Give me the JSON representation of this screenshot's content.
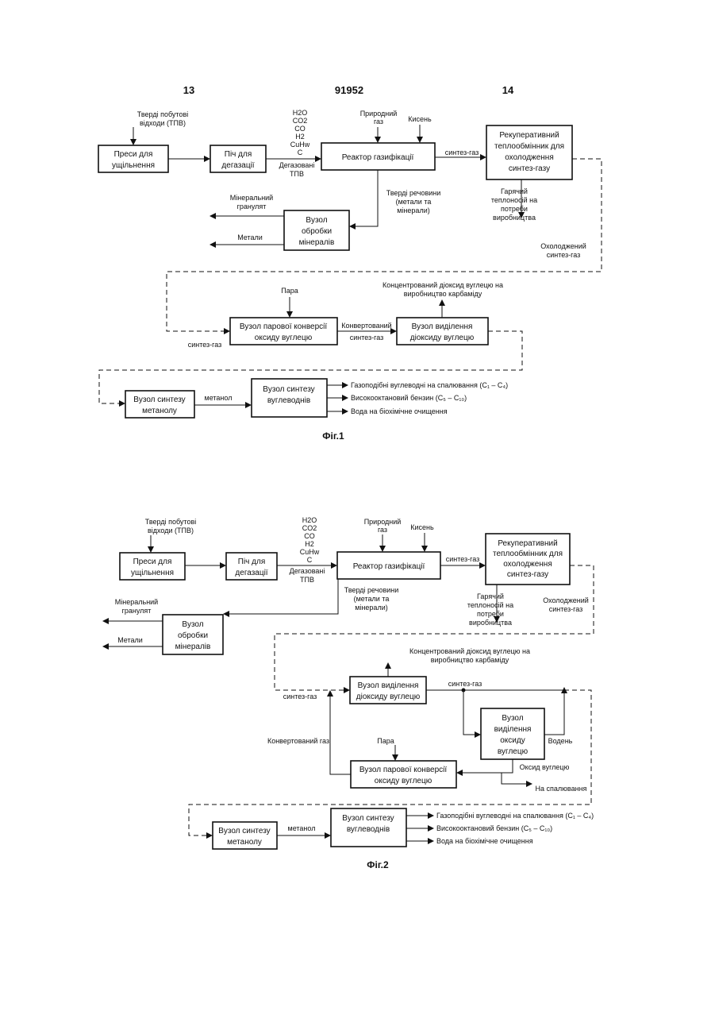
{
  "header": {
    "left": "13",
    "center": "91952",
    "right": "14"
  },
  "fig1": {
    "caption": "Фіг.1",
    "inputs": {
      "msw": [
        "Тверді побутові",
        "відходи (ТПВ)"
      ],
      "gases": [
        "H2O",
        "CO2",
        "CO",
        "H2",
        "CuHw",
        "C"
      ],
      "degassed": [
        "Дегазовані",
        "ТПВ"
      ],
      "natural_gas": [
        "Природний",
        "газ"
      ],
      "oxygen": "Кисень"
    },
    "boxes": {
      "press": [
        "Преси для",
        "ущільнення"
      ],
      "furnace": [
        "Піч для",
        "дегазації"
      ],
      "reactor": [
        "Реактор газифікації"
      ],
      "heat_exchanger": [
        "Рекуперативний",
        "теплообмінник для",
        "охолодження",
        "синтез-газу"
      ],
      "mineral_unit": [
        "Вузол",
        "обробки",
        "мінералів"
      ],
      "steam_conversion": [
        "Вузол парової конверсії",
        "оксиду вуглецю"
      ],
      "co2_separation": [
        "Вузол виділення",
        "діоксиду вуглецю"
      ],
      "methanol_unit": [
        "Вузол синтезу",
        "метанолу"
      ],
      "hydrocarbon_unit": [
        "Вузол синтезу",
        "вуглеводнів"
      ]
    },
    "labels": {
      "syngas": "синтез-газ",
      "solids": [
        "Тверді речовини",
        "(метали та",
        "мінерали)"
      ],
      "mineral_granulate": [
        "Мінеральний",
        "гранулят"
      ],
      "metals": "Метали",
      "hot_carrier": [
        "Гарячий",
        "теплоносій на",
        "потреби",
        "виробництва"
      ],
      "cooled_syngas": [
        "Охолоджений",
        "синтез-газ"
      ],
      "steam": "Пара",
      "co2_out": [
        "Концентрований діоксид вуглецю на",
        "виробництво карбаміду"
      ],
      "converted": [
        "Конвертований",
        "синтез-газ"
      ],
      "syngas_left": "синтез-газ",
      "methanol": "метанол",
      "out_gas": "Газоподібні вуглеводні на спалювання (C₁ – C₄)",
      "out_petrol": "Високооктановий бензин (C₅ – C₁₀)",
      "out_water": "Вода на біохімічне очищення"
    }
  },
  "fig2": {
    "caption": "Фіг.2",
    "inputs": {
      "msw": [
        "Тверді побутові",
        "відходи (ТПВ)"
      ],
      "gases": [
        "H2O",
        "CO2",
        "CO",
        "H2",
        "CuHw",
        "C"
      ],
      "degassed": [
        "Дегазовані",
        "ТПВ"
      ],
      "natural_gas": [
        "Природний",
        "газ"
      ],
      "oxygen": "Кисень"
    },
    "boxes": {
      "press": [
        "Преси для",
        "ущільнення"
      ],
      "furnace": [
        "Піч для",
        "дегазації"
      ],
      "reactor": [
        "Реактор газифікації"
      ],
      "heat_exchanger": [
        "Рекуперативний",
        "теплообмінник для",
        "охолодження",
        "синтез-газу"
      ],
      "mineral_unit": [
        "Вузол",
        "обробки",
        "мінералів"
      ],
      "co2_separation": [
        "Вузол виділення",
        "діоксиду вуглецю"
      ],
      "co_separation": [
        "Вузол",
        "виділення",
        "оксиду",
        "вуглецю"
      ],
      "steam_conversion": [
        "Вузол парової конверсії",
        "оксиду вуглецю"
      ],
      "methanol_unit": [
        "Вузол синтезу",
        "метанолу"
      ],
      "hydrocarbon_unit": [
        "Вузол синтезу",
        "вуглеводнів"
      ]
    },
    "labels": {
      "syngas": "синтез-газ",
      "solids": [
        "Тверді речовини",
        "(метали та",
        "мінерали)"
      ],
      "mineral_granulate": [
        "Мінеральний",
        "гранулят"
      ],
      "metals": "Метали",
      "hot_carrier": [
        "Гарячий",
        "теплоносій на",
        "потреби",
        "виробництва"
      ],
      "cooled_syngas": [
        "Охолоджений",
        "синтез-газ"
      ],
      "co2_out": [
        "Концентрований діоксид вуглецю на",
        "виробництво карбаміду"
      ],
      "syngas_mid": "синтез-газ",
      "syngas_left": "синтез-газ",
      "converted_gas": "Конвертований газ",
      "steam": "Пара",
      "hydrogen": "Водень",
      "co_out": "Оксид вуглецю",
      "to_burn": "На спалювання",
      "methanol": "метанол",
      "out_gas": "Газоподібні вуглеводні на спалювання (C₁ – C₄)",
      "out_petrol": "Високооктановий бензин (C₅ – C₁₀)",
      "out_water": "Вода на біохімічне очищення"
    }
  }
}
